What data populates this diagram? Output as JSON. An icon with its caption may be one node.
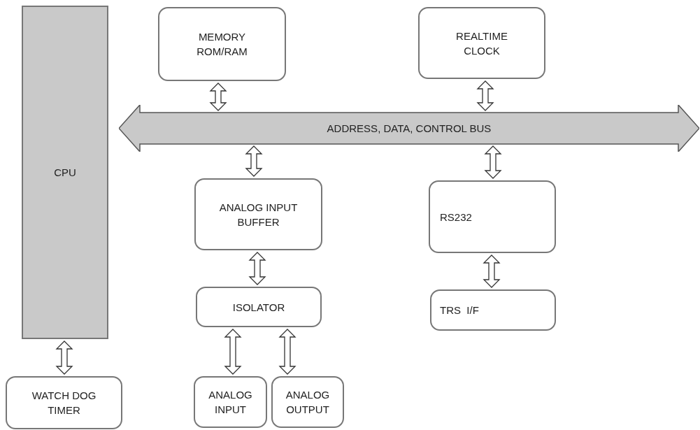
{
  "diagram": {
    "nodes": [
      {
        "text": [
          "CPU"
        ]
      },
      {
        "text": [
          "MEMORY ROM/RAM"
        ]
      },
      {
        "text": [
          "REALTIME CLOCK"
        ]
      },
      {
        "text": [
          "ADDRESS, DATA, CONTROL BUS"
        ]
      },
      {
        "text": [
          "ANALOG INPUT BUFFER"
        ]
      },
      {
        "text": [
          "RS232"
        ]
      },
      {
        "text": [
          "ISOLATOR"
        ]
      },
      {
        "text": [
          "TRS  I/F"
        ]
      },
      {
        "text": [
          "WATCH DOG TIMER"
        ]
      },
      {
        "text": [
          "ANALOG INPUT"
        ]
      },
      {
        "text": [
          "ANALOG OUTPUT"
        ]
      }
    ],
    "edges": [
      {
        "from": 1,
        "to": 3,
        "arrow": "both"
      },
      {
        "from": 2,
        "to": 3,
        "arrow": "both"
      },
      {
        "from": 3,
        "to": 4,
        "arrow": "both"
      },
      {
        "from": 3,
        "to": 5,
        "arrow": "both"
      },
      {
        "from": 4,
        "to": 6,
        "arrow": "both"
      },
      {
        "from": 5,
        "to": 7,
        "arrow": "both"
      },
      {
        "from": 0,
        "to": 8,
        "arrow": "both"
      },
      {
        "from": 6,
        "to": 9,
        "arrow": "both"
      },
      {
        "from": 6,
        "to": 10,
        "arrow": "both"
      }
    ]
  }
}
